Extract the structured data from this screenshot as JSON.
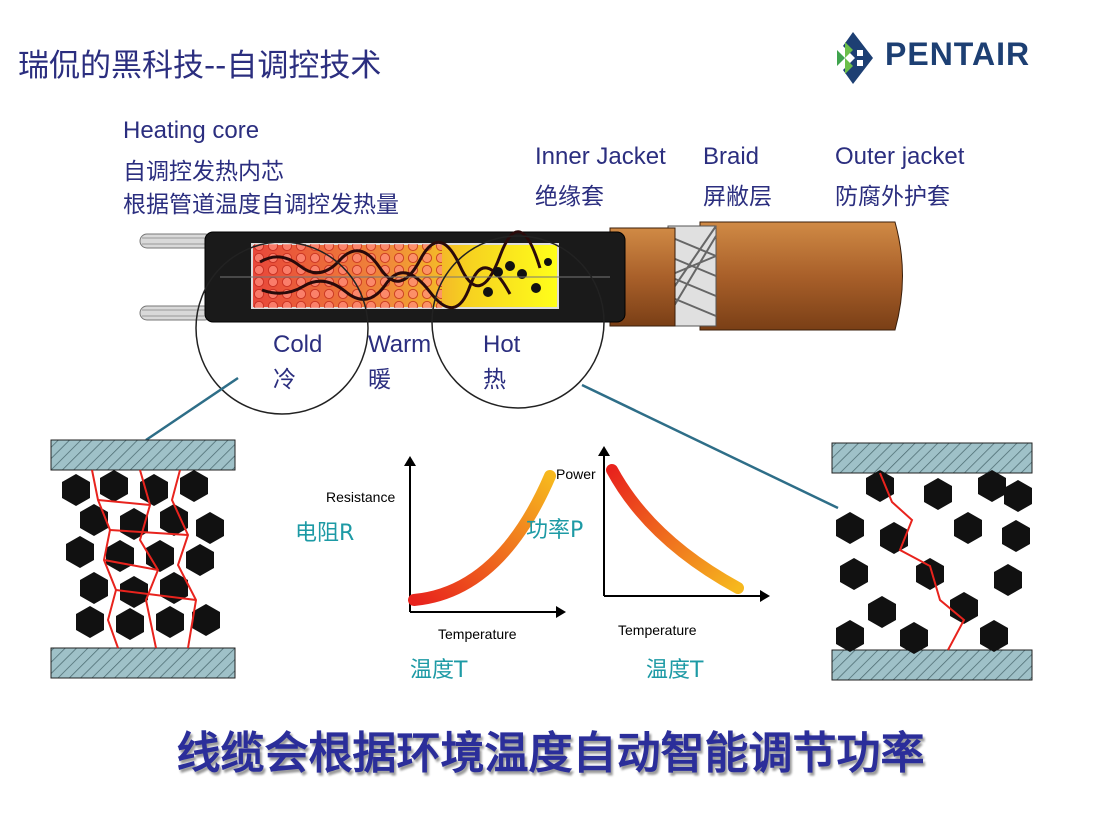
{
  "title": "瑞侃的黑科技--自调控技术",
  "logo": {
    "text": "PENTAIR"
  },
  "heating_core": {
    "en": "Heating core",
    "zh_line1": "自调控发热内芯",
    "zh_line2": "根据管道温度自调控发热量"
  },
  "inner_jacket": {
    "en": "Inner Jacket",
    "zh": "绝缘套"
  },
  "braid": {
    "en": "Braid",
    "zh": "屏敝层"
  },
  "outer_jacket": {
    "en": "Outer jacket",
    "zh": "防腐外护套"
  },
  "zones": [
    {
      "en": "Cold",
      "zh": "冷"
    },
    {
      "en": "Warm",
      "zh": "暖"
    },
    {
      "en": "Hot",
      "zh": "热"
    }
  ],
  "graph_resistance": {
    "ylabel": "Resistance",
    "xlabel": "Temperature",
    "y_zh": "电阻R",
    "x_zh": "温度T"
  },
  "graph_power": {
    "ylabel": "Power",
    "xlabel": "Temperature",
    "y_zh": "功率P",
    "x_zh": "温度T"
  },
  "footer": "线缆会根据环境温度自动智能调节功率",
  "colors": {
    "title": "#2b2e7f",
    "teal": "#1d9aa5",
    "logo": "#1d3f73",
    "cable_copper": "#b46a2a",
    "curve_red": "#e8231d",
    "curve_yellow": "#f6b81e"
  }
}
